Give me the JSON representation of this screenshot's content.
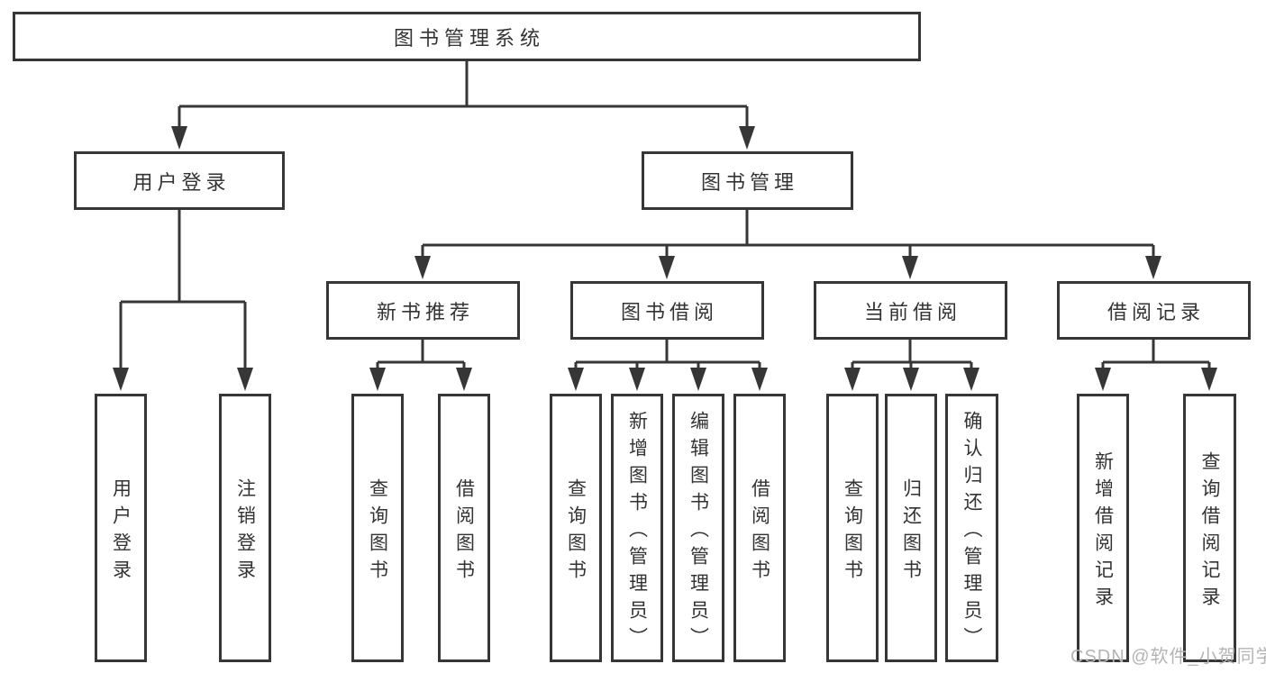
{
  "diagram": {
    "label": "图书管理系统",
    "children": [
      {
        "label": "用户登录",
        "children": [
          {
            "label": "用户登录"
          },
          {
            "label": "注销登录"
          }
        ]
      },
      {
        "label": "图书管理",
        "children": [
          {
            "label": "新书推荐",
            "children": [
              {
                "label": "查询图书"
              },
              {
                "label": "借阅图书"
              }
            ]
          },
          {
            "label": "图书借阅",
            "children": [
              {
                "label": "查询图书"
              },
              {
                "label": "新增图书（管理员）"
              },
              {
                "label": "编辑图书（管理员）"
              },
              {
                "label": "借阅图书"
              }
            ]
          },
          {
            "label": "当前借阅",
            "children": [
              {
                "label": "查询图书"
              },
              {
                "label": "归还图书"
              },
              {
                "label": "确认归还（管理员）"
              }
            ]
          },
          {
            "label": "借阅记录",
            "children": [
              {
                "label": "新增借阅记录"
              },
              {
                "label": "查询借阅记录"
              }
            ]
          }
        ]
      }
    ]
  },
  "watermark": {
    "text": "CSDN @软件_小贺同学"
  },
  "colors": {
    "line": "#363636",
    "text": "#333333",
    "watermark": "#b4b4b4",
    "background": "#ffffff"
  }
}
